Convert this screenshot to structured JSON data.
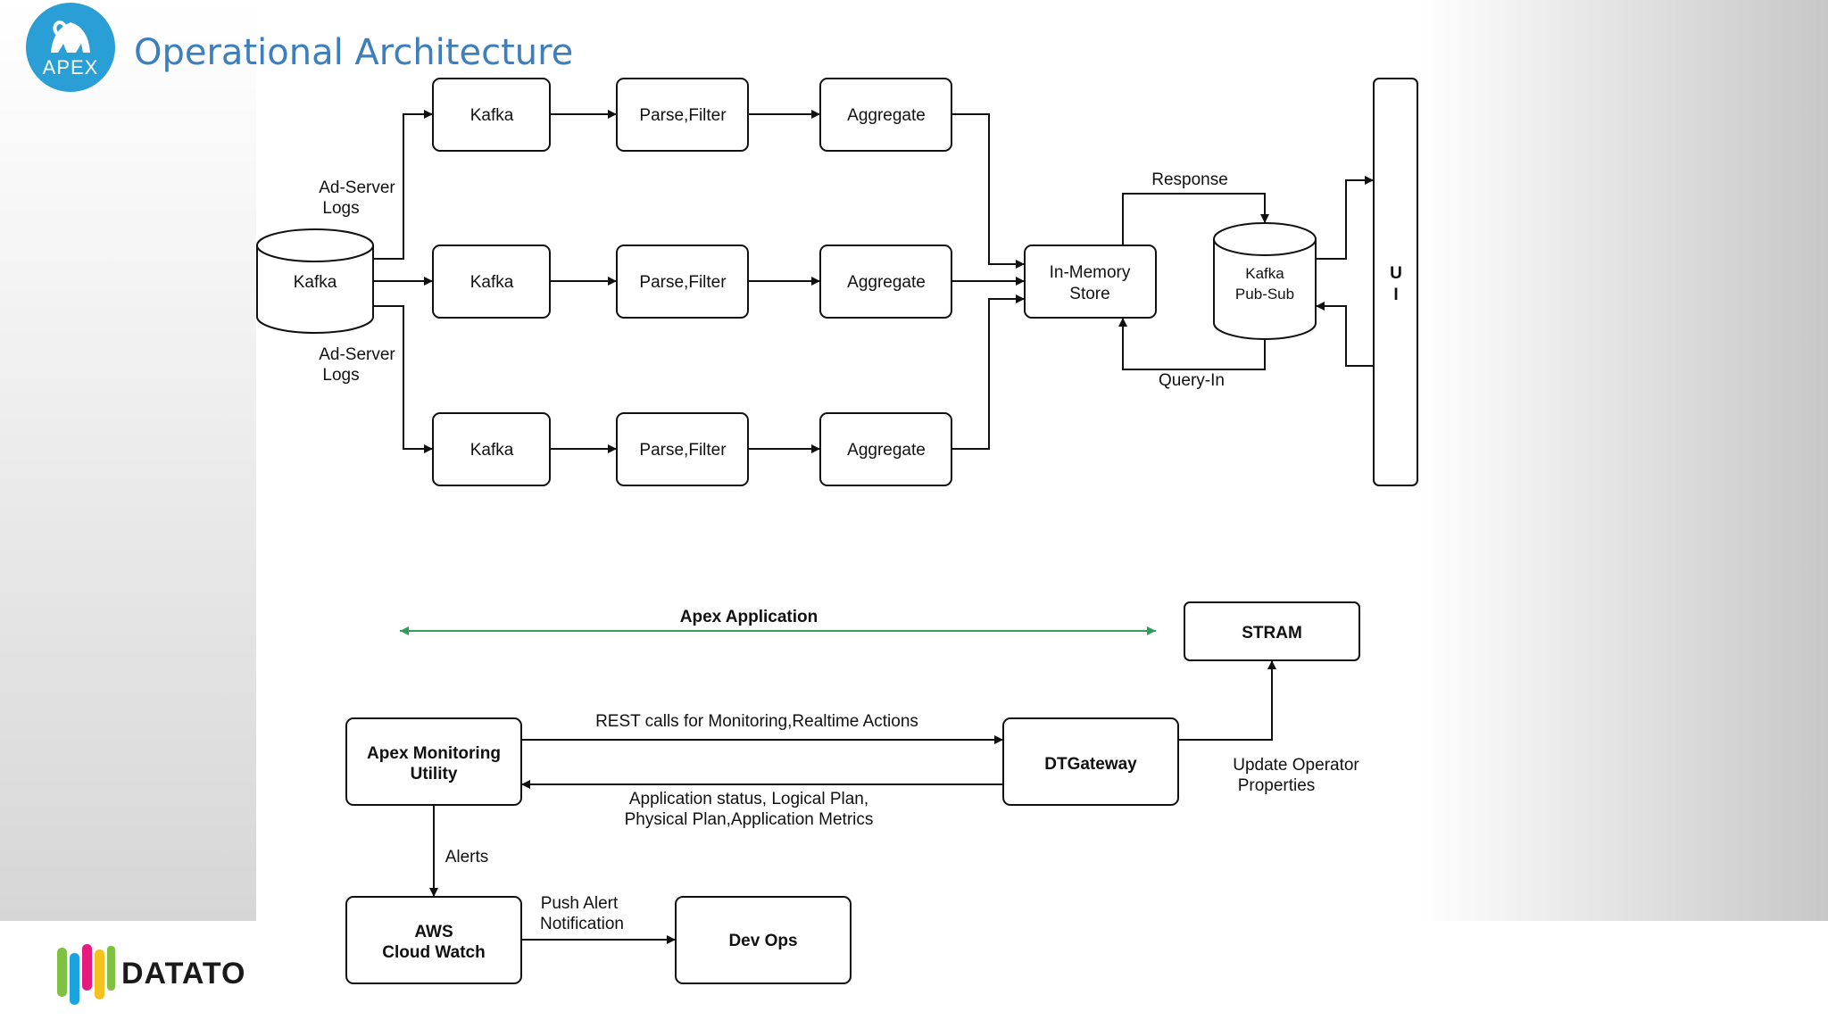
{
  "header": {
    "logo_text": "APEX",
    "title": "Operational Architecture"
  },
  "diagram_top": {
    "source": "Kafka",
    "edge_labels": {
      "logs_top": [
        "Ad-Server",
        "Logs"
      ],
      "logs_bottom": [
        "Ad-Server",
        "Logs"
      ],
      "response": "Response",
      "query_in": "Query-In"
    },
    "rows": [
      {
        "kafka": "Kafka",
        "parse": "Parse,Filter",
        "aggregate": "Aggregate"
      },
      {
        "kafka": "Kafka",
        "parse": "Parse,Filter",
        "aggregate": "Aggregate"
      },
      {
        "kafka": "Kafka",
        "parse": "Parse,Filter",
        "aggregate": "Aggregate"
      }
    ],
    "store": [
      "In-Memory",
      "Store"
    ],
    "pubsub": [
      "Kafka",
      "Pub-Sub"
    ],
    "ui": [
      "U",
      "I"
    ]
  },
  "diagram_bottom": {
    "apex_application": "Apex Application",
    "apex_application_color": "#2e9e5b",
    "stram": "STRAM",
    "monitoring": [
      "Apex Monitoring",
      "Utility"
    ],
    "dtgateway": "DTGateway",
    "rest_calls": "REST calls for Monitoring,Realtime Actions",
    "status": [
      "Application status, Logical Plan,",
      "Physical Plan,Application Metrics"
    ],
    "update_operator": [
      "Update Operator",
      "Properties"
    ],
    "alerts": "Alerts",
    "cloudwatch": [
      "AWS",
      "Cloud Watch"
    ],
    "push_alert": [
      "Push Alert",
      "Notification"
    ],
    "devops": "Dev Ops"
  },
  "footer": {
    "brand": "DATATO"
  },
  "colors": {
    "title": "#3d7ebf",
    "logo": "#2a9fd6",
    "line": "#111111"
  }
}
